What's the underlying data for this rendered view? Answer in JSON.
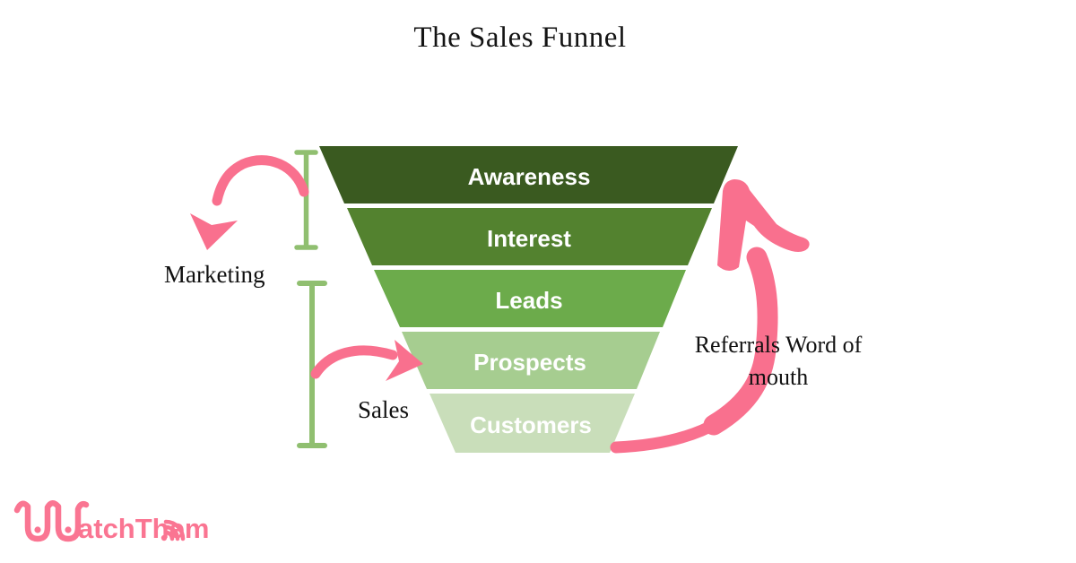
{
  "title": "The Sales Funnel",
  "funnel": {
    "label_color": "#FFFFFF",
    "tiers": [
      {
        "label": "Awareness",
        "color": "#3A5A20"
      },
      {
        "label": "Interest",
        "color": "#53822F"
      },
      {
        "label": "Leads",
        "color": "#6CAB4B"
      },
      {
        "label": "Prospects",
        "color": "#A6CD90"
      },
      {
        "label": "Customers",
        "color": "#C9DEBA"
      }
    ]
  },
  "annotations": {
    "marketing": "Marketing",
    "sales": "Sales",
    "referrals_line1": "Referrals Word of",
    "referrals_line2": "mouth"
  },
  "colors": {
    "arrow_pink": "#F9708E",
    "bracket_green": "#90BF70",
    "logo_pink": "#FA7592",
    "title_color": "#141414"
  },
  "logo": {
    "brand": "WatchThem",
    "text": "atchThem"
  }
}
